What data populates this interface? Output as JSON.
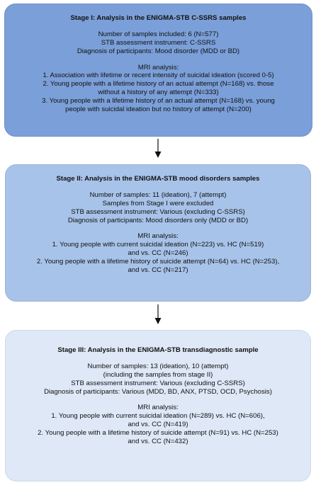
{
  "stages": [
    {
      "title": "Stage I: Analysis in the ENIGMA-STB C-SSRS samples",
      "info": [
        "Number of samples included: 6 (N=577)",
        "STB assessment instrument: C-SSRS",
        "Diagnosis of participants: Mood disorder (MDD or BD)"
      ],
      "mri_heading": "MRI analysis:",
      "mri_lines": [
        "1.  Association with lifetime or recent intensity of suicidal ideation (scored 0-5)",
        "2. Young people with a lifetime history of an actual attempt (N=168) vs. those",
        "without a history of any attempt (N=333)",
        "3. Young people with a lifetime history of an actual attempt (N=168) vs. young",
        "people with suicidal ideation but no history of attempt (N=200)"
      ]
    },
    {
      "title": "Stage II: Analysis in the ENIGMA-STB mood disorders samples",
      "info": [
        "Number of samples: 11 (ideation), 7 (attempt)",
        "Samples from Stage I were excluded",
        "STB assessment instrument: Various (excluding C-SSRS)",
        "Diagnosis of participants: Mood disorders only (MDD or BD)"
      ],
      "mri_heading": "MRI analysis:",
      "mri_lines": [
        "1. Young people with current suicidal ideation (N=223) vs. HC (N=519)",
        "and vs. CC (N=246)",
        "2. Young people with a lifetime history of suicide attempt (N=64) vs. HC (N=253),",
        "and vs. CC (N=217)"
      ]
    },
    {
      "title": "Stage III: Analysis in the ENIGMA-STB transdiagnostic sample",
      "info": [
        "Number of samples: 13 (ideation), 10 (attempt)",
        "(including the samples from stage II)",
        "STB assessment instrument: Various (excluding C-SSRS)",
        "Diagnosis of participants: Various (MDD, BD, ANX, PTSD, OCD, Psychosis)"
      ],
      "mri_heading": "MRI analysis:",
      "mri_lines": [
        "1. Young people with current suicidal ideation (N=289) vs. HC (N=606),",
        "and vs. CC (N=419)",
        "2. Young people with a lifetime history of suicide attempt (N=91) vs. HC (N=253)",
        "and vs. CC (N=432)"
      ]
    }
  ],
  "colors": {
    "stage1_fill": "#7b9fd8",
    "stage2_fill": "#a8c3e9",
    "stage3_fill": "#dee8f7",
    "arrow": "#111111"
  }
}
